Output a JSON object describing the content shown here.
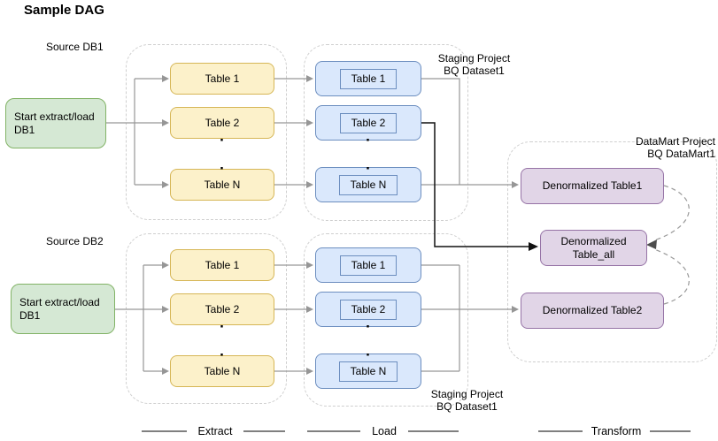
{
  "title": "Sample DAG",
  "labels": {
    "source_db1": "Source DB1",
    "source_db2": "Source DB2",
    "staging_caption_line1": "Staging Project",
    "staging_caption_line2": "BQ Dataset1",
    "datamart_caption_line1": "DataMart Project",
    "datamart_caption_line2": "BQ DataMart1"
  },
  "stages": {
    "extract": "Extract",
    "load": "Load",
    "transform": "Transform"
  },
  "start_nodes": {
    "db1": {
      "line1": "Start extract/load",
      "line2": "DB1"
    },
    "db2": {
      "line1": "Start extract/load",
      "line2": "DB1"
    }
  },
  "tables": [
    "Table 1",
    "Table 2",
    "Table N"
  ],
  "datamart": {
    "table1": "Denormalized Table1",
    "table_all_line1": "Denormalized",
    "table_all_line2": "Table_all",
    "table2": "Denormalized Table2"
  },
  "misc": {
    "dot": "·"
  },
  "colors": {
    "green_fill": "#d5e8d4",
    "green_border": "#82b366",
    "yellow_fill": "#fcf1ca",
    "yellow_border": "#d6b656",
    "blue_fill": "#dae8fc",
    "blue_border": "#6c8ebf",
    "purple_fill": "#e1d5e7",
    "purple_border": "#9673a6",
    "wire_gray": "#969696",
    "wire_black": "#111111",
    "container_dash": "#cfcfcf"
  }
}
